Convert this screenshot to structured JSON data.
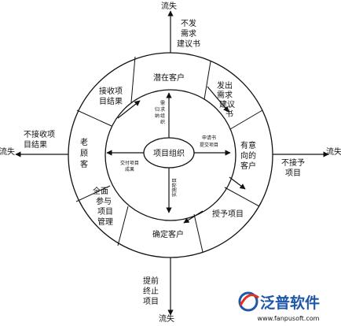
{
  "outer_labels": {
    "top_loss": "流失",
    "top_reason": [
      "不发",
      "需求",
      "建议书"
    ],
    "left_loss": "流失",
    "left_reason": [
      "不接收项",
      "目结果"
    ],
    "right_loss": "流失",
    "right_reason": [
      "不接予",
      "项目"
    ],
    "bottom_loss": "流失",
    "bottom_reason": [
      "提前",
      "终止",
      "项目"
    ]
  },
  "ring_segments": {
    "potential": "潜在客户",
    "send_request": [
      "发出",
      "需求",
      "建议",
      "书"
    ],
    "intended": [
      "有意",
      "向的",
      "客户"
    ],
    "grant": "授予项目",
    "confirmed": "确定客户",
    "full_participation": [
      "全面",
      "参与",
      "项目",
      "管理"
    ],
    "old_customer": [
      "老",
      "顾",
      "客"
    ],
    "receive_result": [
      "接收项",
      "目结果"
    ]
  },
  "center": {
    "label": "项目组织",
    "top_spoke": [
      "需",
      "求",
      "组",
      "织",
      "归",
      "纳"
    ],
    "right_spoke": [
      "提交项目",
      "申请书"
    ],
    "bottom_spoke": [
      "实施项目"
    ],
    "left_spoke": [
      "交付项目",
      "成果"
    ]
  },
  "logo": {
    "name": "泛普软件",
    "url": "www.fanpusoft.com",
    "colors": {
      "primary": "#1f57a8",
      "accent": "#e0341f",
      "grey": "#777777"
    }
  }
}
